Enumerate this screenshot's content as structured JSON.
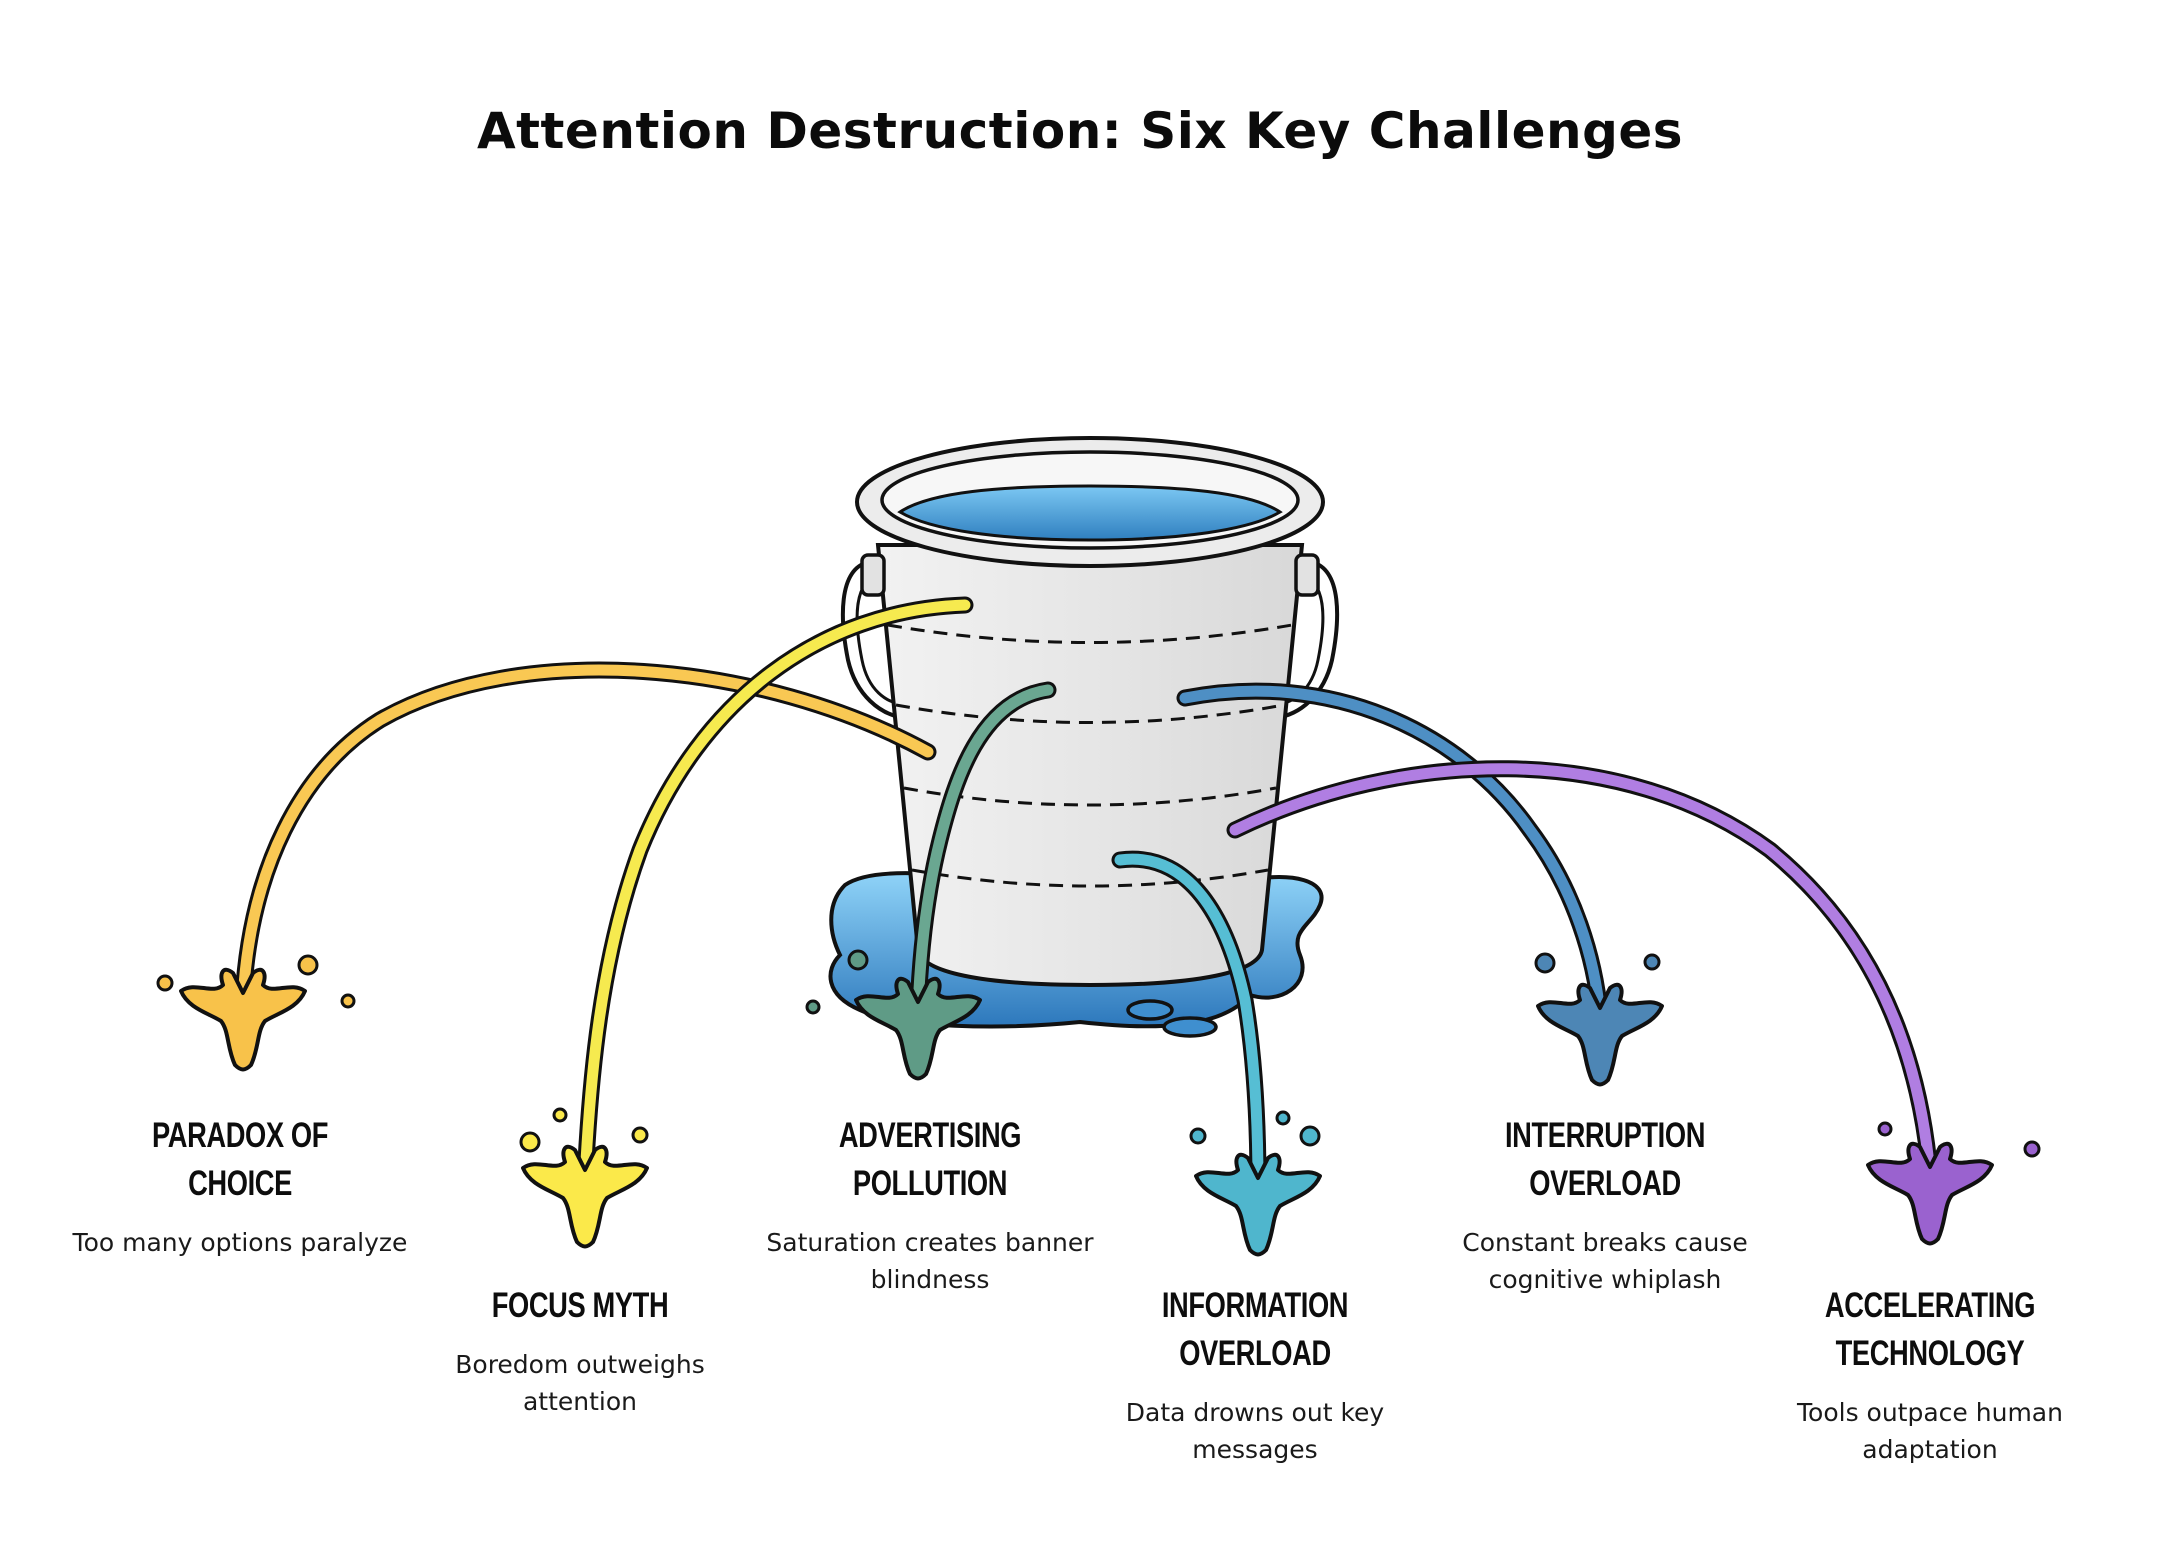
{
  "title": "Attention Destruction: Six Key Challenges",
  "challenges": [
    {
      "name": "PARADOX OF CHOICE",
      "description": "Too many options paralyze",
      "color": "#f8c24a"
    },
    {
      "name": "FOCUS MYTH",
      "description": "Boredom outweighs attention",
      "color": "#fbe94a"
    },
    {
      "name": "ADVERTISING POLLUTION",
      "description": "Saturation creates banner blindness",
      "color": "#5f9b86"
    },
    {
      "name": "INFORMATION OVERLOAD",
      "description": "Data drowns out key messages",
      "color": "#4fb6cd"
    },
    {
      "name": "INTERRUPTION OVERLOAD",
      "description": "Constant breaks cause cognitive whiplash",
      "color": "#4d86b5"
    },
    {
      "name": "ACCELERATING TECHNOLOGY",
      "description": "Tools outpace human adaptation",
      "color": "#9a62cf"
    }
  ],
  "colors": {
    "water": "#4a9bd9",
    "bucket": "#e7e7e7",
    "outline": "#111111"
  },
  "icons": [
    "bucket-icon",
    "puddle-icon",
    "splash-icon"
  ]
}
